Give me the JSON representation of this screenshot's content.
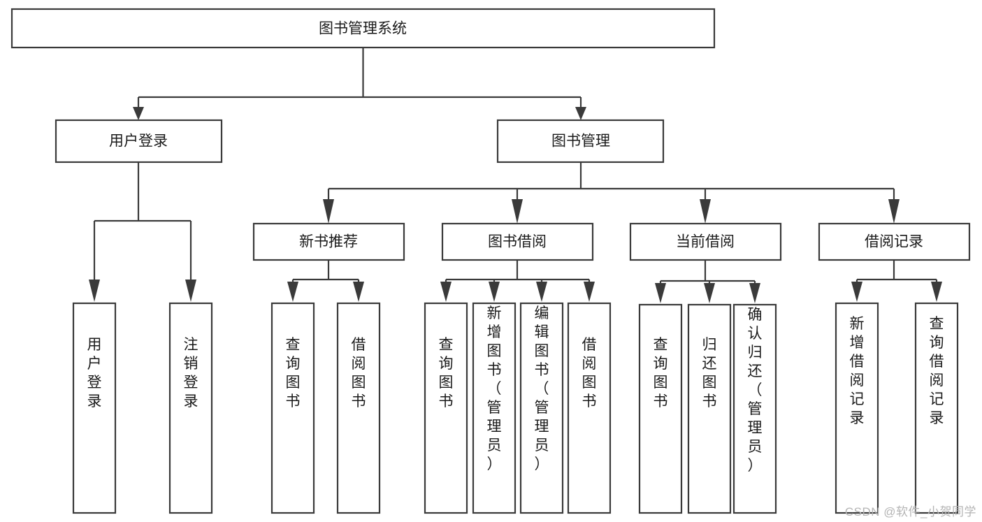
{
  "diagram": {
    "type": "tree-hierarchy",
    "title": "图书管理系统",
    "watermark": "CSDN @软件_小贺同学",
    "colors": {
      "background": "#ffffff",
      "stroke": "#3a3a3a",
      "box_fill": "#ffffff",
      "text": "#1a1a1a",
      "watermark": "#b4b4b4"
    },
    "levels": {
      "root": {
        "label": "图书管理系统"
      },
      "level2": [
        {
          "label": "用户登录"
        },
        {
          "label": "图书管理"
        }
      ],
      "level3": [
        {
          "label": "新书推荐"
        },
        {
          "label": "图书借阅"
        },
        {
          "label": "当前借阅"
        },
        {
          "label": "借阅记录"
        }
      ],
      "leaves": [
        {
          "label": "用户登录",
          "parent": "用户登录"
        },
        {
          "label": "注销登录",
          "parent": "用户登录"
        },
        {
          "label": "查询图书",
          "parent": "新书推荐"
        },
        {
          "label": "借阅图书",
          "parent": "新书推荐"
        },
        {
          "label": "查询图书",
          "parent": "图书借阅"
        },
        {
          "label": "新增图书（管理员）",
          "parent": "图书借阅"
        },
        {
          "label": "编辑图书（管理员）",
          "parent": "图书借阅"
        },
        {
          "label": "借阅图书",
          "parent": "图书借阅"
        },
        {
          "label": "查询图书",
          "parent": "当前借阅"
        },
        {
          "label": "归还图书",
          "parent": "当前借阅"
        },
        {
          "label": "确认归还（管理员）",
          "parent": "当前借阅"
        },
        {
          "label": "新增借阅记录",
          "parent": "借阅记录"
        },
        {
          "label": "查询借阅记录",
          "parent": "借阅记录"
        }
      ]
    }
  },
  "nodes": {
    "root": "图书管理系统",
    "user_login": "用户登录",
    "book_manage": "图书管理",
    "new_book_rec": "新书推荐",
    "book_borrow": "图书借阅",
    "current_borrow": "当前借阅",
    "borrow_record": "借阅记录",
    "leaf_user_login": "用户登录",
    "leaf_logout": "注销登录",
    "leaf_query_book_1": "查询图书",
    "leaf_borrow_book_1": "借阅图书",
    "leaf_query_book_2": "查询图书",
    "leaf_add_book_admin": "新增图书（管理员）",
    "leaf_edit_book_admin": "编辑图书（管理员）",
    "leaf_borrow_book_2": "借阅图书",
    "leaf_query_book_3": "查询图书",
    "leaf_return_book": "归还图书",
    "leaf_confirm_return_admin": "确认归还（管理员）",
    "leaf_add_record": "新增借阅记录",
    "leaf_query_record": "查询借阅记录"
  }
}
